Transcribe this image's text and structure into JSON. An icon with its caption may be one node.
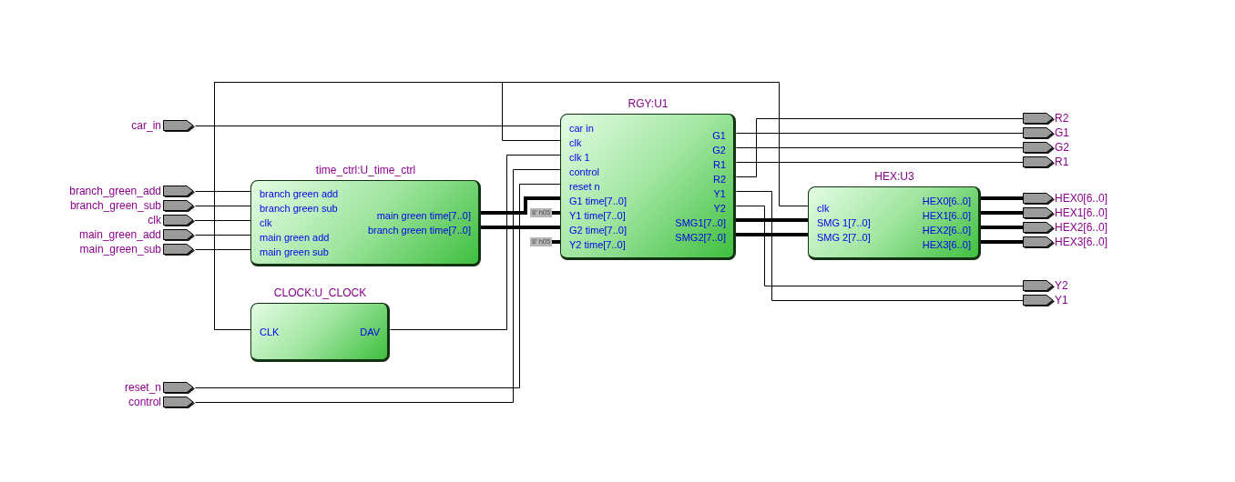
{
  "diagram": {
    "nodes": [
      {
        "text": [
          "car_in"
        ]
      },
      {
        "text": [
          "branch_green_add"
        ]
      },
      {
        "text": [
          "branch_green_sub"
        ]
      },
      {
        "text": [
          "clk"
        ]
      },
      {
        "text": [
          "main_green_add"
        ]
      },
      {
        "text": [
          "main_green_sub"
        ]
      },
      {
        "text": [
          "reset_n"
        ]
      },
      {
        "text": [
          "control"
        ]
      },
      {
        "text": [
          "time_ctrl:U_time_ctrl",
          "branch green add",
          "branch green sub",
          "clk",
          "main green add",
          "main green sub",
          "main green time[7..0]",
          "branch green time[7..0]"
        ]
      },
      {
        "text": [
          "CLOCK:U_CLOCK",
          "CLK",
          "DAV"
        ]
      },
      {
        "text": [
          "RGY:U1",
          "car in",
          "clk",
          "clk 1",
          "control",
          "reset n",
          "G1 time[7..0]",
          "Y1 time[7..0]",
          "G2 time[7..0]",
          "Y2 time[7..0]",
          "G1",
          "G2",
          "R1",
          "R2",
          "Y1",
          "Y2",
          "SMG1[7..0]",
          "SMG2[7..0]"
        ]
      },
      {
        "text": [
          "8' h05"
        ]
      },
      {
        "text": [
          "8' h05"
        ]
      },
      {
        "text": [
          "HEX:U3",
          "clk",
          "SMG 1[7..0]",
          "SMG 2[7..0]",
          "HEX0[6..0]",
          "HEX1[6..0]",
          "HEX2[6..0]",
          "HEX3[6..0]"
        ]
      },
      {
        "text": [
          "R2"
        ]
      },
      {
        "text": [
          "G1"
        ]
      },
      {
        "text": [
          "G2"
        ]
      },
      {
        "text": [
          "R1"
        ]
      },
      {
        "text": [
          "HEX0[6..0]"
        ]
      },
      {
        "text": [
          "HEX1[6..0]"
        ]
      },
      {
        "text": [
          "HEX2[6..0]"
        ]
      },
      {
        "text": [
          "HEX3[6..0]"
        ]
      },
      {
        "text": [
          "Y2"
        ]
      },
      {
        "text": [
          "Y1"
        ]
      }
    ],
    "edges": [
      {
        "from": 0,
        "to": 10,
        "arrow": "none"
      },
      {
        "from": 1,
        "to": 8,
        "arrow": "none"
      },
      {
        "from": 2,
        "to": 8,
        "arrow": "none"
      },
      {
        "from": 3,
        "to": 8,
        "arrow": "none"
      },
      {
        "from": 4,
        "to": 8,
        "arrow": "none"
      },
      {
        "from": 5,
        "to": 8,
        "arrow": "none"
      },
      {
        "from": 3,
        "to": 9,
        "arrow": "none"
      },
      {
        "from": 3,
        "to": 10,
        "arrow": "none"
      },
      {
        "from": 3,
        "to": 13,
        "arrow": "none"
      },
      {
        "from": 9,
        "to": 10,
        "arrow": "none"
      },
      {
        "from": 7,
        "to": 10,
        "arrow": "none"
      },
      {
        "from": 6,
        "to": 10,
        "arrow": "none"
      },
      {
        "from": 8,
        "to": 10,
        "arrow": "none",
        "style": "thick"
      },
      {
        "from": 11,
        "to": 10,
        "arrow": "none",
        "style": "thick"
      },
      {
        "from": 8,
        "to": 10,
        "arrow": "none",
        "style": "thick"
      },
      {
        "from": 12,
        "to": 10,
        "arrow": "none",
        "style": "thick"
      },
      {
        "from": 10,
        "to": 14,
        "arrow": "none"
      },
      {
        "from": 10,
        "to": 15,
        "arrow": "none"
      },
      {
        "from": 10,
        "to": 16,
        "arrow": "none"
      },
      {
        "from": 10,
        "to": 17,
        "arrow": "none"
      },
      {
        "from": 10,
        "to": 23,
        "arrow": "none"
      },
      {
        "from": 10,
        "to": 22,
        "arrow": "none"
      },
      {
        "from": 10,
        "to": 13,
        "arrow": "none",
        "style": "thick"
      },
      {
        "from": 10,
        "to": 13,
        "arrow": "none",
        "style": "thick"
      },
      {
        "from": 13,
        "to": 18,
        "arrow": "none",
        "style": "thick"
      },
      {
        "from": 13,
        "to": 19,
        "arrow": "none",
        "style": "thick"
      },
      {
        "from": 13,
        "to": 20,
        "arrow": "none",
        "style": "thick"
      },
      {
        "from": 13,
        "to": 21,
        "arrow": "none",
        "style": "thick"
      }
    ]
  }
}
